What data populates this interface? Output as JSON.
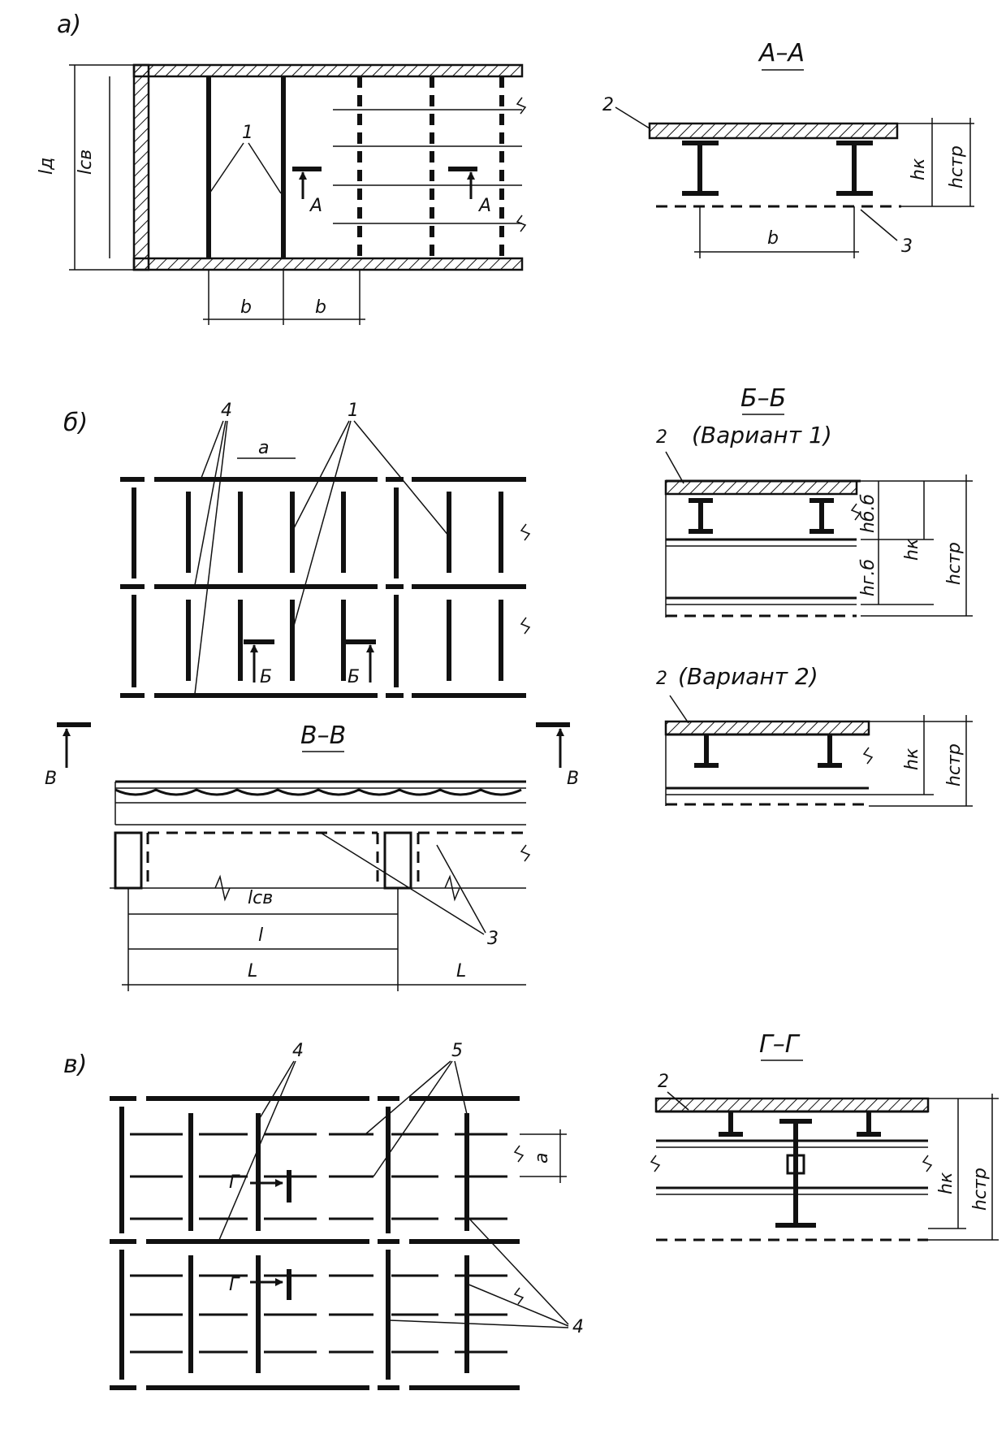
{
  "panels": {
    "a": {
      "label": "а)",
      "section": "А–А",
      "callouts": {
        "beams": "1",
        "deck": "2",
        "girder_line": "3"
      },
      "dims": {
        "b1": "b",
        "b2": "b",
        "b_sec": "b",
        "ld": "lд",
        "lsv": "lсв",
        "hk": "hк",
        "hstr": "hстр"
      },
      "cut_marks": {
        "left": "А",
        "right": "А"
      }
    },
    "b": {
      "label": "б)",
      "section": "Б–Б",
      "variant1": "(Вариант 1)",
      "variant2": "(Вариант 2)",
      "callouts": {
        "ribs": "4",
        "beams": "1",
        "deck_v1": "2",
        "deck_v2": "2",
        "girders": "3"
      },
      "dims": {
        "a": "a",
        "hbd": "hб.б",
        "hgb": "hг.б",
        "hk_v1": "hк",
        "hstr_v1": "hстр",
        "hk_v2": "hк",
        "hstr_v2": "hстр",
        "lsv": "lсв",
        "l": "l",
        "L1": "L",
        "L2": "L"
      },
      "cut_marks": {
        "left": "Б",
        "right": "Б"
      }
    },
    "vv": {
      "section": "В–В",
      "cut_marks": {
        "left": "В",
        "right": "В"
      }
    },
    "v": {
      "label": "в)",
      "section": "Г–Г",
      "callouts": {
        "ribs_top": "4",
        "stringers": "5",
        "ribs_bottom": "4",
        "deck": "2"
      },
      "dims": {
        "a": "a",
        "hk": "hк",
        "hstr": "hстр"
      },
      "cut_marks": {
        "top": "Г",
        "bottom": "Г"
      }
    }
  },
  "colors": {
    "ink": "#111111",
    "paper": "#ffffff"
  }
}
